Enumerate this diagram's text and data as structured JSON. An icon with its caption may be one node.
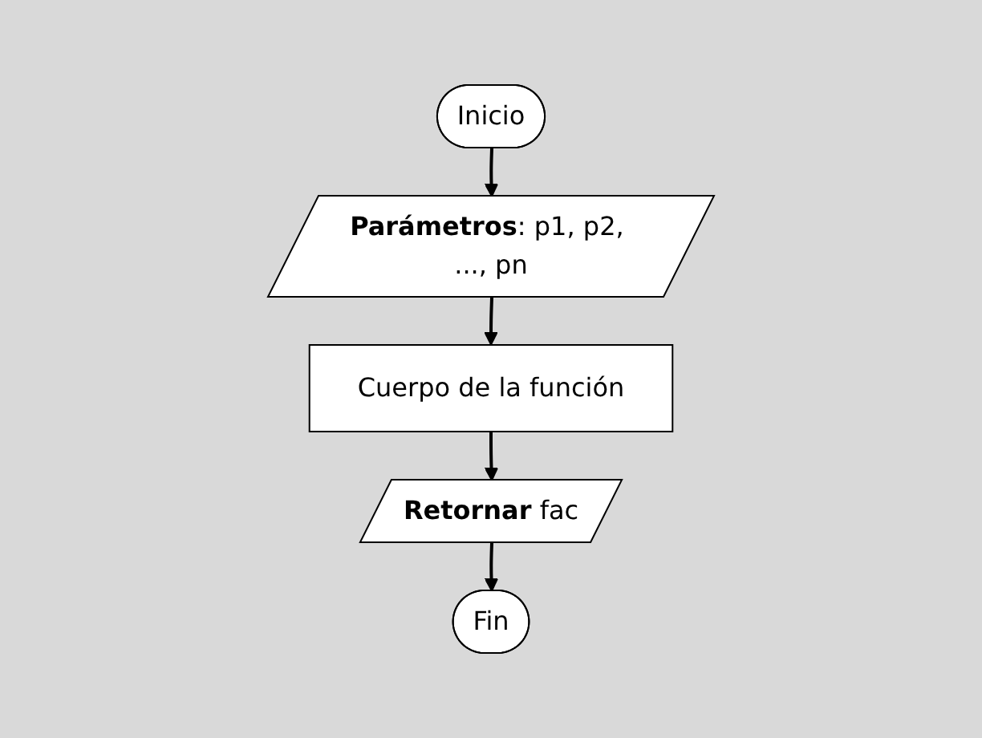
{
  "diagram": {
    "nodes": [
      {
        "text": [
          "Inicio"
        ]
      },
      {
        "text": [
          "**Parámetros**: p1, p2, ..., pn"
        ]
      },
      {
        "text": [
          "Cuerpo de la función"
        ]
      },
      {
        "text": [
          "**Retornar** fac"
        ]
      },
      {
        "text": [
          "Fin"
        ]
      }
    ],
    "edges": [
      {
        "from": 0,
        "to": 1,
        "arrow": "to"
      },
      {
        "from": 1,
        "to": 2,
        "arrow": "to"
      },
      {
        "from": 2,
        "to": 3,
        "arrow": "to"
      },
      {
        "from": 3,
        "to": 4,
        "arrow": "to"
      }
    ]
  }
}
